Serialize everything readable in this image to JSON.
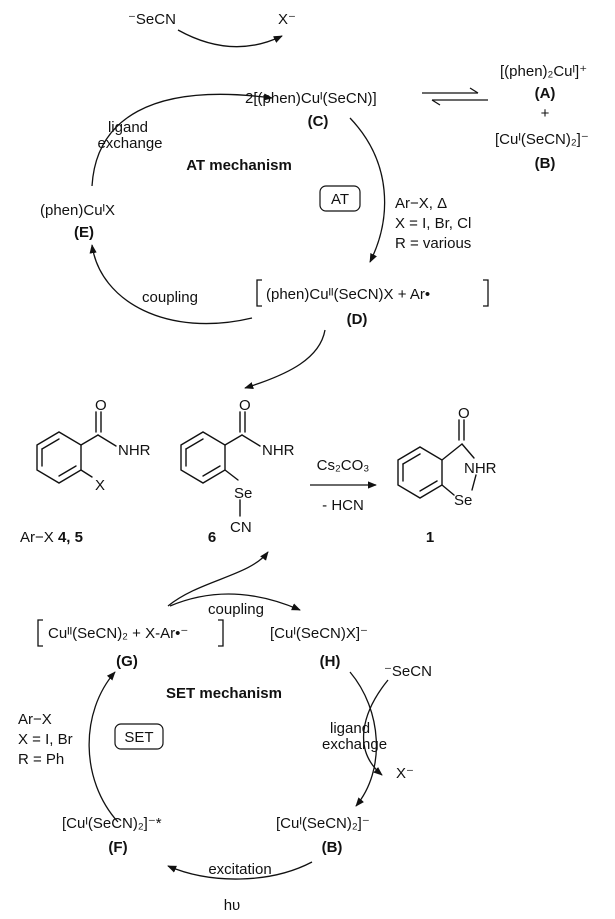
{
  "at_cycle": {
    "reagent_in": "⁻SeCN",
    "reagent_out": "X⁻",
    "C_formula": "2[(phen)Cuᴵ(SeCN)]",
    "C_label": "C",
    "A_formula": "[(phen)₂Cuᴵ]⁺",
    "A_label": "A",
    "plus": "+",
    "B_formula": "[Cuᴵ(SeCN)₂]⁻",
    "B_label": "B",
    "ligand_exchange_1": "ligand",
    "ligand_exchange_2": "exchange",
    "title": "AT mechanism",
    "box_label": "AT",
    "conditions": [
      "Ar−X, Δ",
      "X = I, Br, Cl",
      "R = various"
    ],
    "E_formula": "(phen)CuᴵX",
    "E_label": "E",
    "coupling": "coupling",
    "D_formula": "(phen)Cuᴵᴵ(SeCN)X + Ar•",
    "D_label": "D"
  },
  "middle": {
    "substrate_sub1": "NHR",
    "substrate_sub2": "X",
    "substrate_o": "O",
    "substrate_label_prefix": "Ar−X ",
    "substrate_label_num": "4, 5",
    "inter_sub1": "NHR",
    "inter_o": "O",
    "inter_se": "Se",
    "inter_cn": "CN",
    "inter_label": "6",
    "reagent": "Cs₂CO₃",
    "byproduct": "- HCN",
    "prod_o": "O",
    "prod_hr": "HR",
    "prod_n": "N",
    "prod_se": "Se",
    "prod_label": "1"
  },
  "set_cycle": {
    "G_formula": "Cuᴵᴵ(SeCN)₂ + X-Ar•⁻",
    "G_label": "G",
    "coupling": "coupling",
    "H_formula": "[Cuᴵ(SeCN)X]⁻",
    "H_label": "H",
    "reagent_in": "⁻SeCN",
    "ligand_exchange_1": "ligand",
    "ligand_exchange_2": "exchange",
    "reagent_out": "X⁻",
    "title": "SET mechanism",
    "box_label": "SET",
    "conditions": [
      "Ar−X",
      "X = I, Br",
      "R = Ph"
    ],
    "F_formula": "[Cuᴵ(SeCN)₂]⁻*",
    "F_label": "F",
    "B_formula": "[Cuᴵ(SeCN)₂]⁻",
    "B_label": "B",
    "excitation": "excitation",
    "light": "hυ"
  }
}
